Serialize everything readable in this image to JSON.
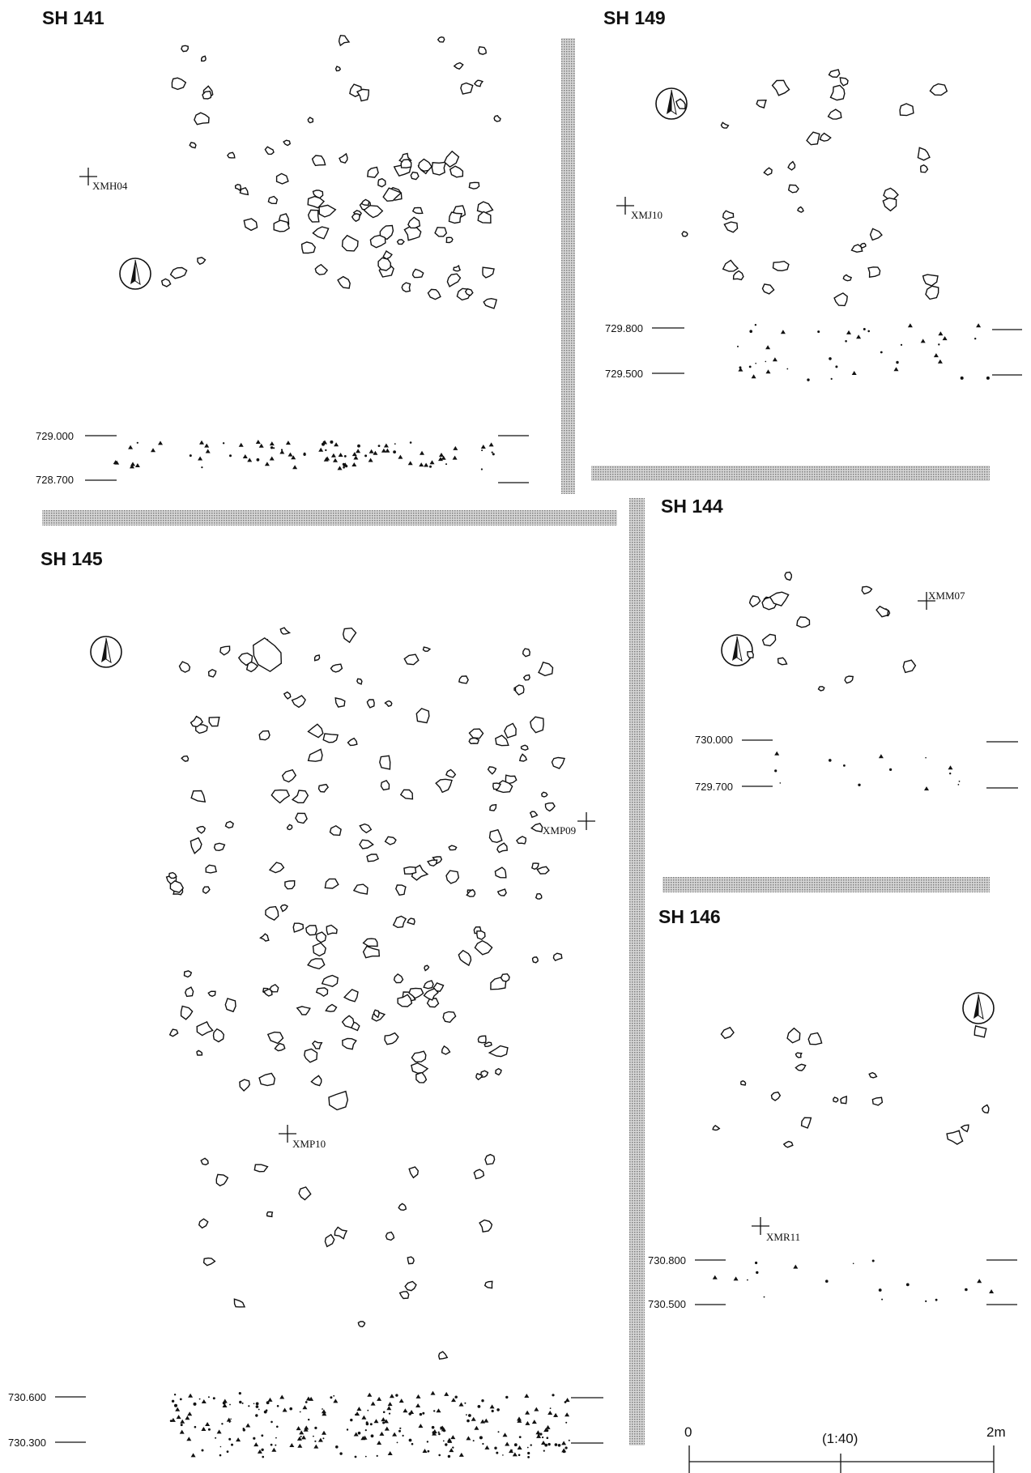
{
  "plans": [
    {
      "id": "SH141",
      "title": "SH 141",
      "grid_point": "XMH04",
      "elevations": [
        "729.000",
        "728.700"
      ]
    },
    {
      "id": "SH149",
      "title": "SH 149",
      "grid_point": "XMJ10",
      "elevations": [
        "729.800",
        "729.500"
      ]
    },
    {
      "id": "SH144",
      "title": "SH 144",
      "grid_point": "XMM07",
      "elevations": [
        "730.000",
        "729.700"
      ]
    },
    {
      "id": "SH145",
      "title": "SH 145",
      "grid_points": [
        "XMP09",
        "XMP10"
      ],
      "elevations": [
        "730.600",
        "730.300"
      ]
    },
    {
      "id": "SH146",
      "title": "SH 146",
      "grid_point": "XMR11",
      "elevations": [
        "730.800",
        "730.500"
      ]
    }
  ],
  "scale_bar": {
    "start": "0",
    "ratio": "(1:40)",
    "end": "2m"
  },
  "colors": {
    "ink": "#111111",
    "divider_hatch": "#9a9a9a",
    "paper": "#ffffff"
  },
  "icons": [
    "north-arrow-icon",
    "grid-cross-icon",
    "stone-outline",
    "artifact-triangle",
    "artifact-dot"
  ]
}
